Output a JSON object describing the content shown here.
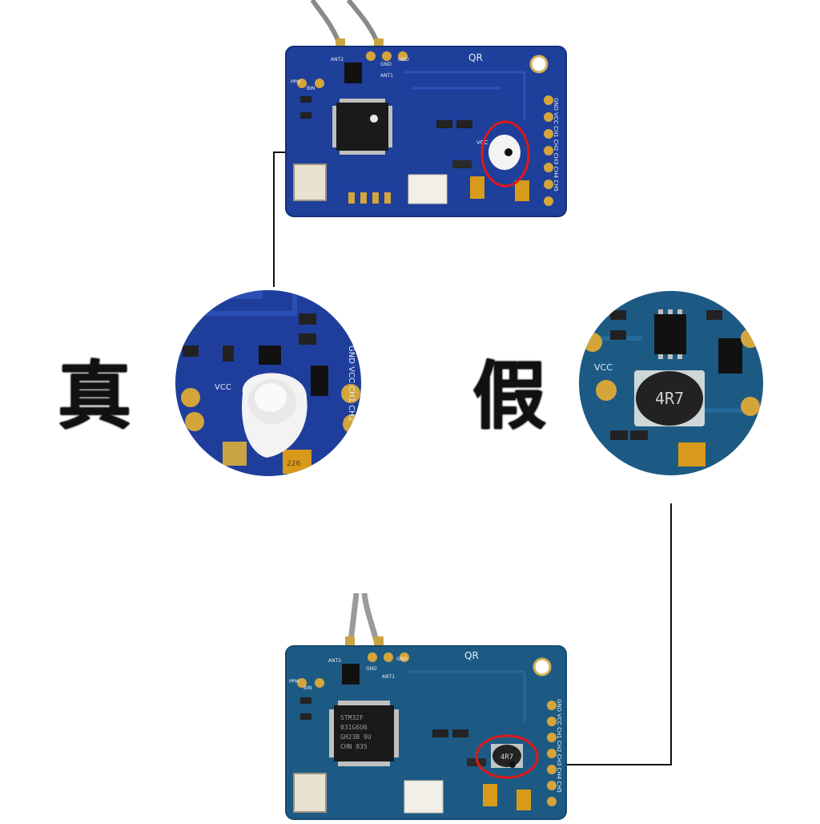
{
  "labels": {
    "genuine": "真",
    "fake": "假"
  },
  "top_board": {
    "brand": "QR",
    "pins_top": [
      "ANT2",
      "GND",
      "ANT1",
      "GND"
    ],
    "pins_left": [
      "PPM",
      "BIN"
    ],
    "pins_right": "GND VCC CH1 CH2 CH3 CH4 CH5",
    "vcc_label": "VCC",
    "color": "#1e3f9a"
  },
  "bottom_board": {
    "brand": "QR",
    "pins_top": [
      "ANT2",
      "GND",
      "ANT1",
      "GND"
    ],
    "pins_left": [
      "PPM",
      "BIN"
    ],
    "pins_right": "GND VCC CH1 CH2 CH3 CH4 CH5",
    "chip_text": [
      "STM32F",
      "031G6U6",
      "GH23B 9U",
      "CHN 835"
    ],
    "inductor_text": "4R7",
    "color": "#1c5b86"
  },
  "zoom_genuine": {
    "vcc_label": "VCC",
    "side_text": "GND VCC CH1 CH2",
    "cap_text": "226"
  },
  "zoom_fake": {
    "vcc_label": "VCC",
    "inductor_text": "4R7"
  },
  "colors": {
    "highlight": "#e01818",
    "connector_line": "#111111"
  }
}
